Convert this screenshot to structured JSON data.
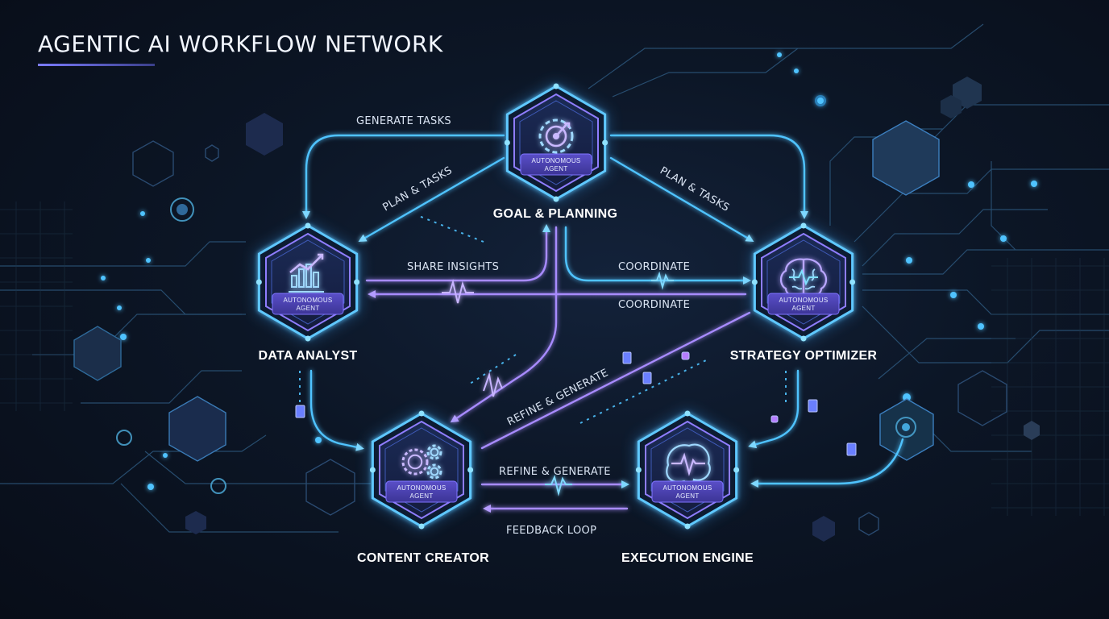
{
  "title": "AGENTIC AI WORKFLOW NETWORK",
  "agents": [
    {
      "id": "goal",
      "name": "GOAL & PLANNING",
      "badge_line1": "AUTONOMOUS",
      "badge_line2": "AGENT",
      "icon": "gear-target-icon"
    },
    {
      "id": "data",
      "name": "DATA ANALYST",
      "badge_line1": "AUTONOMOUS",
      "badge_line2": "AGENT",
      "icon": "bar-chart-icon"
    },
    {
      "id": "strategy",
      "name": "STRATEGY OPTIMIZER",
      "badge_line1": "AUTONOMOUS",
      "badge_line2": "AGENT",
      "icon": "brain-icon"
    },
    {
      "id": "content",
      "name": "CONTENT CREATOR",
      "badge_line1": "AUTONOMOUS",
      "badge_line2": "AGENT",
      "icon": "gears-icon"
    },
    {
      "id": "execution",
      "name": "EXECUTION ENGINE",
      "badge_line1": "AUTONOMOUS",
      "badge_line2": "AGENT",
      "icon": "brain-pulse-icon"
    }
  ],
  "edges": [
    {
      "from": "goal",
      "to": "data",
      "label": "GENERATE TASKS"
    },
    {
      "from": "goal",
      "to": "data",
      "label": "PLAN & TASKS"
    },
    {
      "from": "goal",
      "to": "strategy",
      "label": "PLAN & TASKS"
    },
    {
      "from": "data",
      "to": "goal",
      "label": "SHARE INSIGHTS"
    },
    {
      "from": "goal",
      "to": "strategy",
      "label": "COORDINATE"
    },
    {
      "from": "strategy",
      "to": "data",
      "label": "COORDINATE"
    },
    {
      "from": "content",
      "to": "strategy",
      "label": "REFINE & GENERATE"
    },
    {
      "from": "content",
      "to": "execution",
      "label": "REFINE & GENERATE"
    },
    {
      "from": "execution",
      "to": "content",
      "label": "FEEDBACK LOOP"
    }
  ],
  "colors": {
    "background": "#0c1626",
    "cyan": "#4fc3ff",
    "violet": "#a88bff",
    "glow": "#7de3ff"
  }
}
